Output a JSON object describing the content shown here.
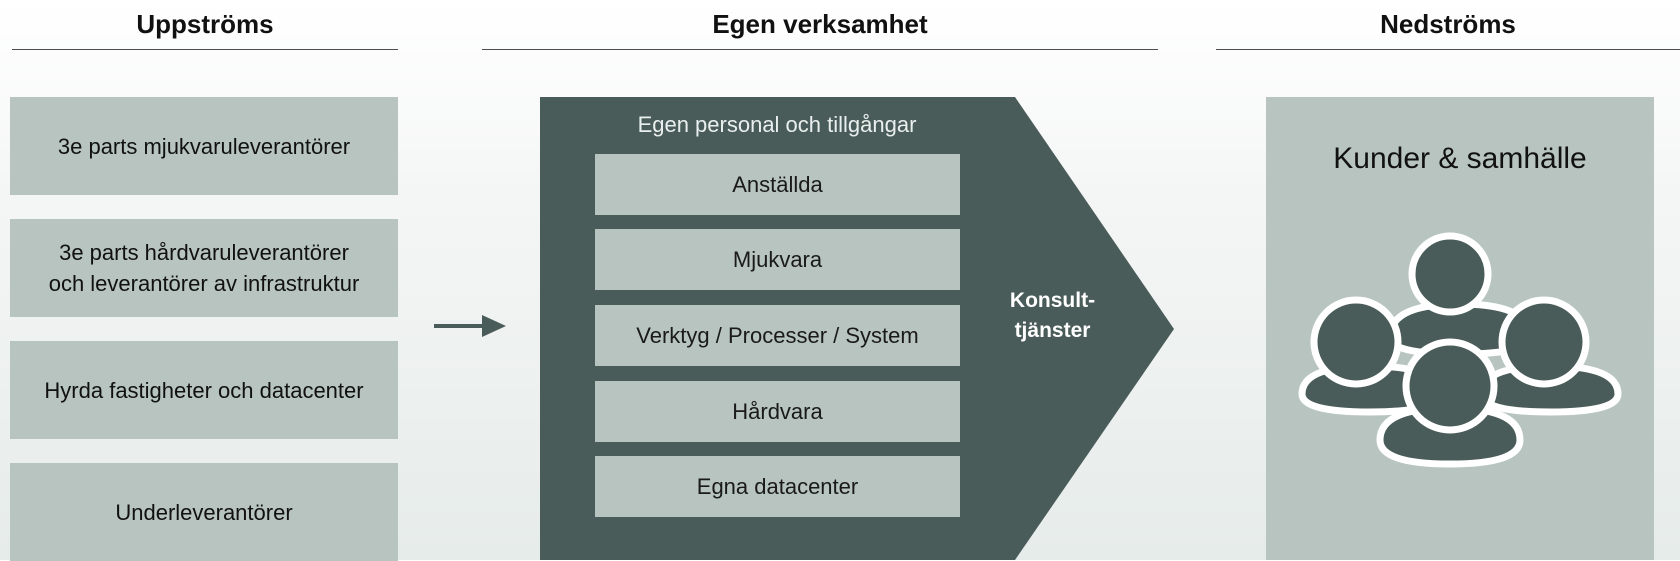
{
  "headers": {
    "upstream": "Uppströms",
    "own": "Egen verksamhet",
    "downstream": "Nedströms"
  },
  "upstream": {
    "items": [
      "3e parts mjukvaruleverantörer",
      "3e parts hårdvaruleverantörer\noch leverantörer av infrastruktur",
      "Hyrda fastigheter och datacenter",
      "Underleverantörer"
    ]
  },
  "own": {
    "title": "Egen personal och tillgångar",
    "items": [
      "Anställda",
      "Mjukvara",
      "Verktyg / Processer / System",
      "Hårdvara",
      "Egna datacenter"
    ],
    "tip_label": "Konsult-\ntjänster"
  },
  "downstream": {
    "title": "Kunder & samhälle",
    "icon": "people-group-icon"
  },
  "colors": {
    "box": "#b7c4c0",
    "dark": "#4a5c59",
    "header_rule": "#4d4d4d"
  }
}
